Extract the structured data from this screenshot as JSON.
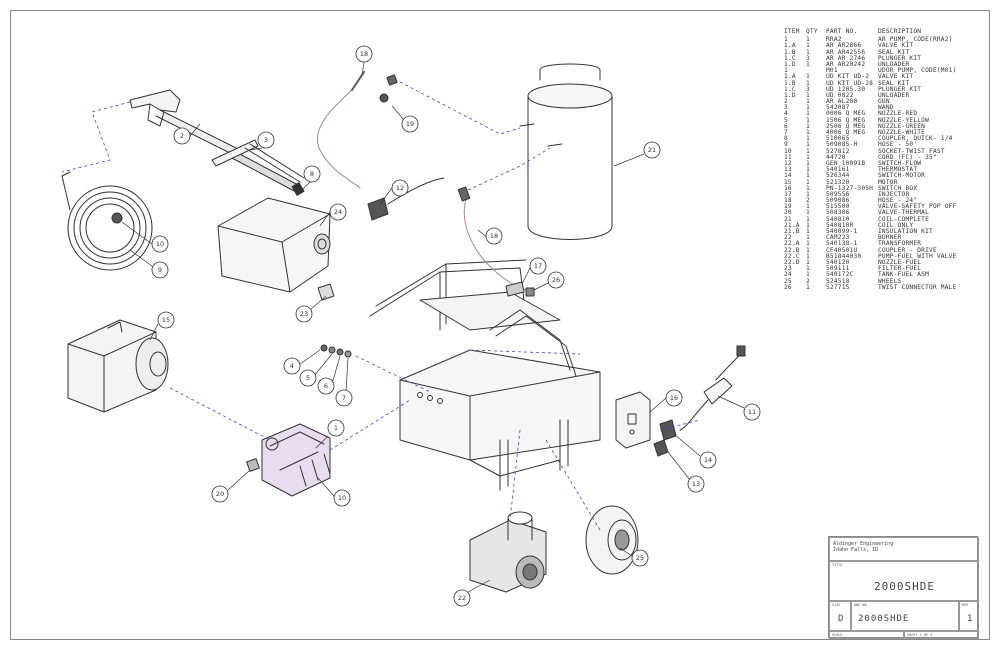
{
  "parts_table": {
    "headers": [
      "ITEM",
      "QTY",
      "PART NO.",
      "DESCRIPTION"
    ],
    "rows": [
      [
        "1",
        "1",
        "RRA2",
        "AR PUMP, CODE(RRA2)"
      ],
      [
        "1.A",
        "1",
        "AR AR2866",
        "VALVE KIT"
      ],
      [
        "1.B",
        "1",
        "AR AR42556",
        "SEAL KIT"
      ],
      [
        "1.C",
        "3",
        "AR AR 2746",
        "PLUNGER KIT"
      ],
      [
        "1.D",
        "1",
        "AR AR20242",
        "UNLOADER"
      ],
      [
        "1",
        "",
        "M01",
        "UDOR PUMP, CODE(M01)"
      ],
      [
        "1.A",
        "1",
        "UD KIT UD-2",
        "VALVE KIT"
      ],
      [
        "1.B",
        "1",
        "UD KIT UD-28",
        "SEAL KIT"
      ],
      [
        "1.C",
        "3",
        "UD 1205.30",
        "PLUNGER KIT"
      ],
      [
        "1.D",
        "1",
        "UD 0822",
        "UNLOADER"
      ],
      [
        "2",
        "1",
        "AR AL200",
        "GUN"
      ],
      [
        "3",
        "1",
        "542087",
        "WAND"
      ],
      [
        "4",
        "1",
        "0006 Q MEG",
        "NOZZLE-RED"
      ],
      [
        "5",
        "1",
        "1506 Q MEG",
        "NOZZLE-YELLOW"
      ],
      [
        "6",
        "1",
        "2506 Q MEG",
        "NOZZLE-GREEN"
      ],
      [
        "7",
        "1",
        "4006 Q MEG",
        "NOZZLE-WHITE"
      ],
      [
        "8",
        "1",
        "510065",
        "COUPLER, QUICK- 1/4"
      ],
      [
        "9",
        "1",
        "509085-H",
        "HOSE - 50'"
      ],
      [
        "10",
        "1",
        "527812",
        "SOCKET-TWIST FAST"
      ],
      [
        "11",
        "1",
        "44720",
        "CORD (FC) - 35\""
      ],
      [
        "12",
        "1",
        "GEN 10091B",
        "SWITCH-FLOW"
      ],
      [
        "13",
        "1",
        "540161",
        "THERMOSTAT"
      ],
      [
        "14",
        "1",
        "526344",
        "SWITCH-MOTOR"
      ],
      [
        "15",
        "1",
        "521320",
        "MOTOR"
      ],
      [
        "16",
        "1",
        "PN-1327-305H",
        "SWITCH BOX"
      ],
      [
        "17",
        "1",
        "509556",
        "INJECTOR"
      ],
      [
        "18",
        "2",
        "509086",
        "HOSE - 24\""
      ],
      [
        "19",
        "1",
        "515500",
        "VALVE-SAFETY POP OFF"
      ],
      [
        "20",
        "1",
        "508306",
        "VALVE-THERMAL"
      ],
      [
        "21",
        "1",
        "540810",
        "COIL-COMPLETE"
      ],
      [
        "21.A",
        "1",
        "540810R",
        "COIL ONLY"
      ],
      [
        "21.B",
        "1",
        "540099-1",
        "INSULATION KIT"
      ],
      [
        "22",
        "1",
        "CAM223",
        "BURNER"
      ],
      [
        "22.A",
        "1",
        "540138-1",
        "TRANSFORMER"
      ],
      [
        "22.B",
        "1",
        "CF40501U",
        "COUPLER - DRIVE"
      ],
      [
        "22.C",
        "1",
        "B51844030",
        "PUMP-FUEL WITH VALVE"
      ],
      [
        "22.D",
        "1",
        "540120",
        "NOZZLE-FUEL"
      ],
      [
        "23",
        "1",
        "509111",
        "FILTER-FUEL"
      ],
      [
        "24",
        "1",
        "540172C",
        "TANK-FUEL ASM"
      ],
      [
        "25",
        "2",
        "524518",
        "WHEELS"
      ],
      [
        "26",
        "1",
        "527715",
        "TWIST CONNECTOR MALE"
      ]
    ]
  },
  "title_block": {
    "company_line1": "Aldinger Engineering",
    "company_line2": "Idaho Falls, ID",
    "title_label": "TITLE",
    "title": "2000SHDE",
    "size_label": "SIZE",
    "size": "D",
    "dwg_label": "DWG NO.",
    "dwg_no": "2000SHDE",
    "rev_label": "REV",
    "rev": "1",
    "scale_label": "SCALE",
    "sheet_label": "SHEET 1 OF 1"
  },
  "callouts": [
    {
      "label": "1"
    },
    {
      "label": "2"
    },
    {
      "label": "3"
    },
    {
      "label": "4"
    },
    {
      "label": "5"
    },
    {
      "label": "6"
    },
    {
      "label": "7"
    },
    {
      "label": "8"
    },
    {
      "label": "9"
    },
    {
      "label": "10"
    },
    {
      "label": "10"
    },
    {
      "label": "11"
    },
    {
      "label": "12"
    },
    {
      "label": "13"
    },
    {
      "label": "14"
    },
    {
      "label": "15"
    },
    {
      "label": "16"
    },
    {
      "label": "17"
    },
    {
      "label": "18"
    },
    {
      "label": "18"
    },
    {
      "label": "19"
    },
    {
      "label": "20"
    },
    {
      "label": "21"
    },
    {
      "label": "22"
    },
    {
      "label": "23"
    },
    {
      "label": "24"
    },
    {
      "label": "25"
    },
    {
      "label": "26"
    }
  ]
}
